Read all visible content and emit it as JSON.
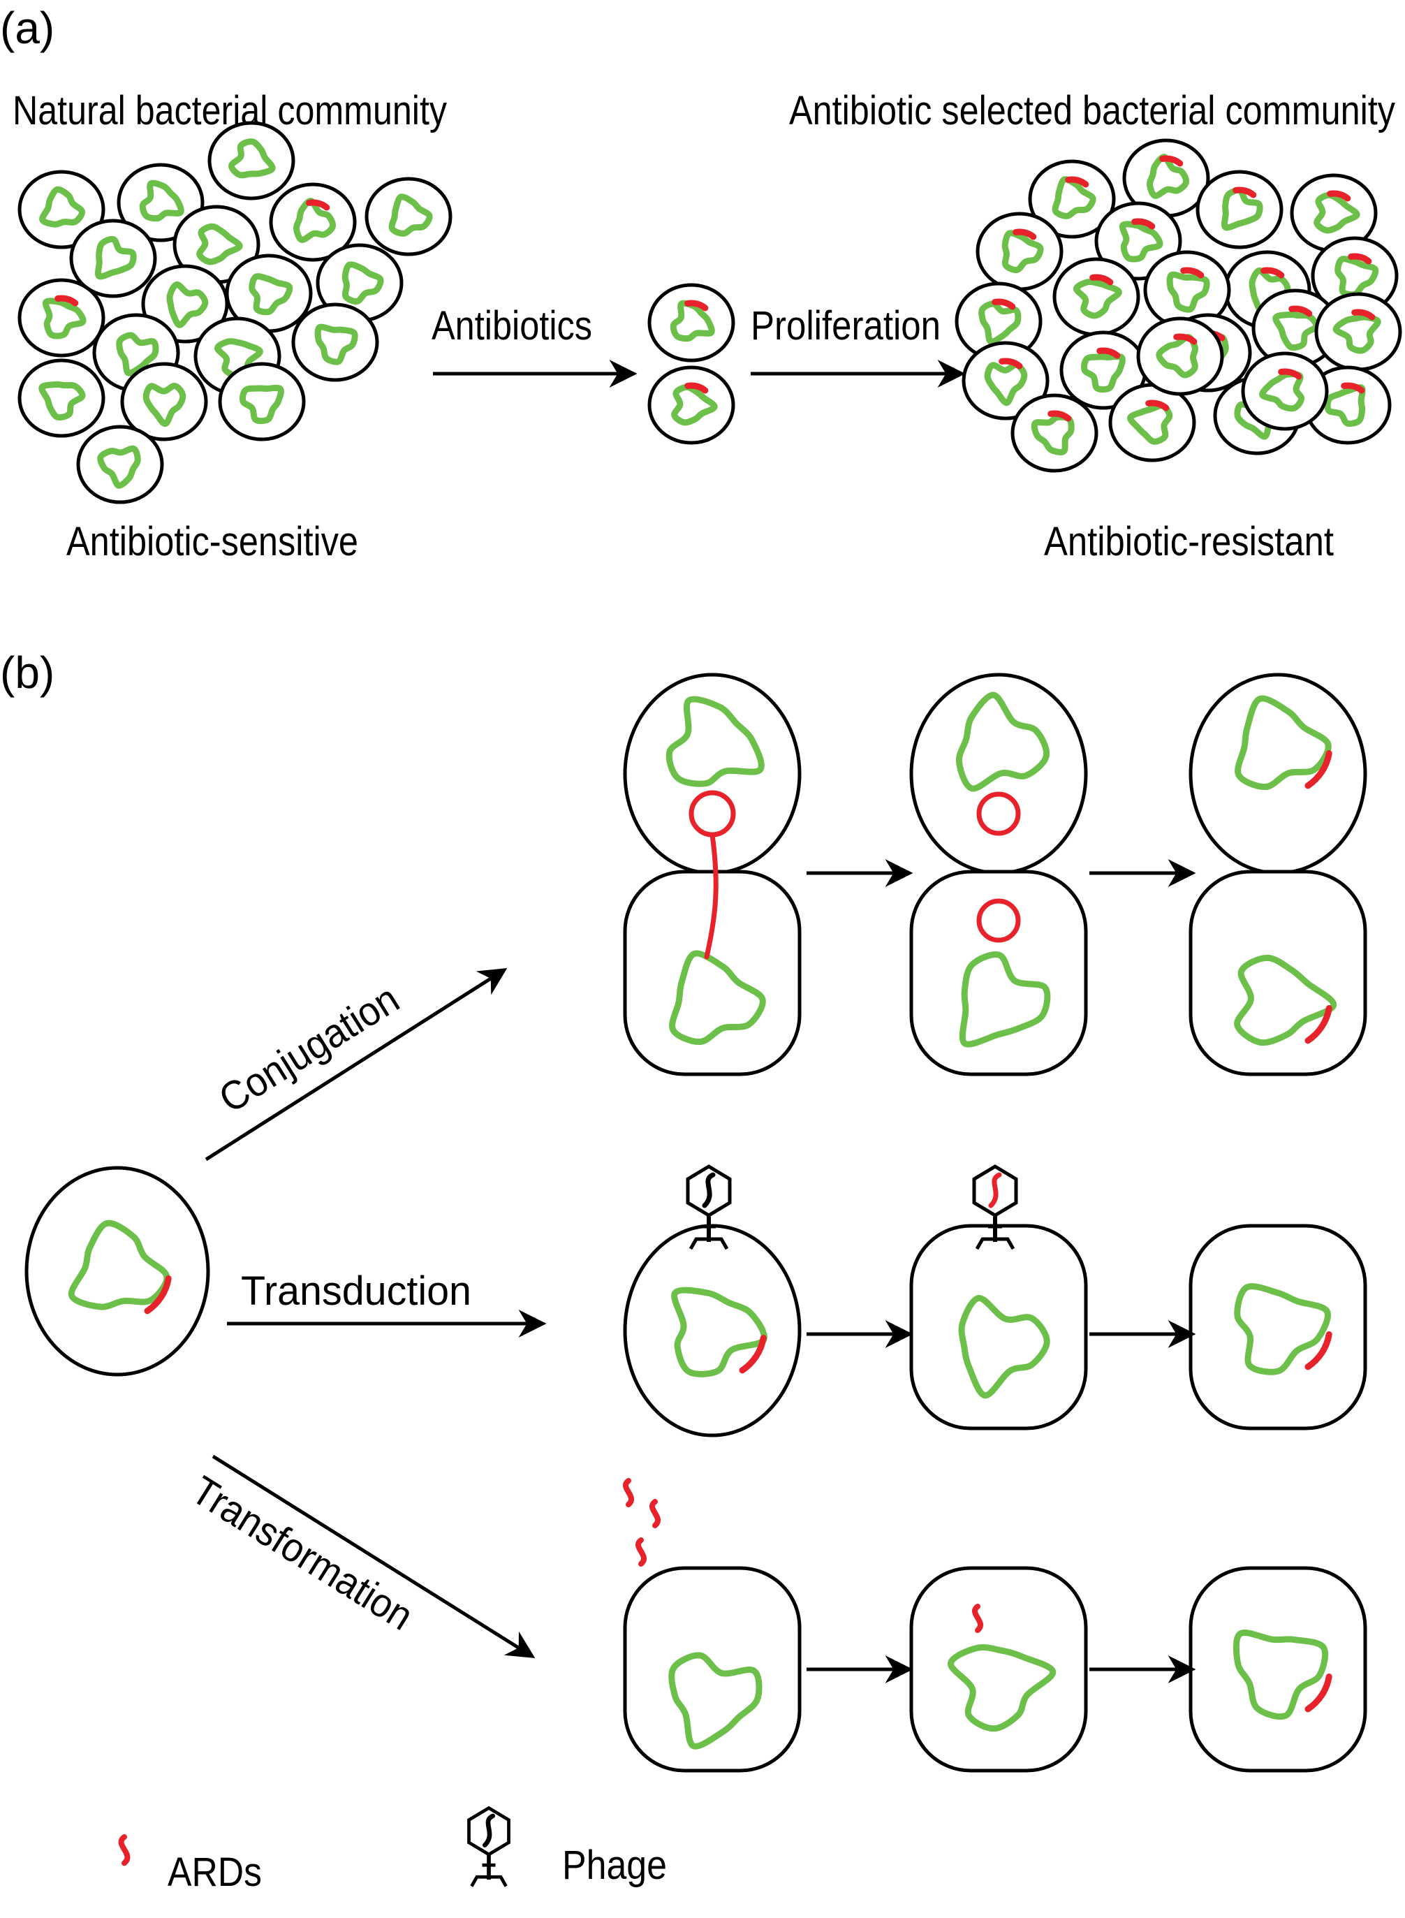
{
  "panel_a": {
    "label": "(a)",
    "left_title": "Natural bacterial community",
    "right_title": "Antibiotic selected bacterial community",
    "arrow1_label": "Antibiotics",
    "arrow2_label": "Proliferation",
    "left_caption": "Antibiotic-sensitive",
    "right_caption": "Antibiotic-resistant"
  },
  "panel_b": {
    "label": "(b)",
    "conjugation_label": "Conjugation",
    "transduction_label": "Transduction",
    "transformation_label": "Transformation"
  },
  "legend": {
    "ards_label": "ARDs",
    "phage_label": "Phage"
  },
  "colors": {
    "chromosome": "#6cc04a",
    "resistance_gene": "#e8222a",
    "outline": "#000000"
  }
}
